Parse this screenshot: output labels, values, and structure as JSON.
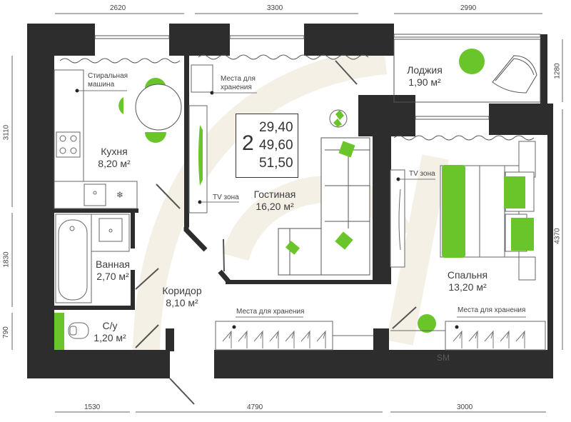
{
  "plan": {
    "rooms_count": "2",
    "areas": [
      "29,40",
      "49,60",
      "51,50"
    ],
    "watermark": "SM"
  },
  "rooms": {
    "kitchen": {
      "name": "Кухня",
      "area": "8,20 м²"
    },
    "living": {
      "name": "Гостиная",
      "area": "16,20 м²"
    },
    "loggia": {
      "name": "Лоджия",
      "area": "1,90 м²"
    },
    "bedroom": {
      "name": "Спальня",
      "area": "13,20 м²"
    },
    "bathroom": {
      "name": "Ванная",
      "area": "2,70 м²"
    },
    "wc": {
      "name": "С/у",
      "area": "1,20 м²"
    },
    "corridor": {
      "name": "Коридор",
      "area": "8,10 м²"
    }
  },
  "annotations": {
    "washing_machine": "Стиральная машина",
    "washing_line1": "Стиральная",
    "washing_line2": "машина",
    "storage_living_line1": "Места для",
    "storage_living_line2": "хранения",
    "tv_zone_living": "TV зона",
    "tv_zone_bedroom": "TV зона",
    "storage_corridor": "Места для хранения",
    "storage_bedroom": "Места для хранения"
  },
  "dimensions": {
    "top": [
      "2620",
      "3300",
      "2990"
    ],
    "bottom": [
      "1530",
      "4790",
      "3000"
    ],
    "left": [
      "3110",
      "1830",
      "790"
    ],
    "right": [
      "1280",
      "4370"
    ]
  },
  "colors": {
    "wall": "#2d2d2d",
    "accent_green": "#6ac52b",
    "watermark": "#f3efe4",
    "line": "#555555"
  }
}
